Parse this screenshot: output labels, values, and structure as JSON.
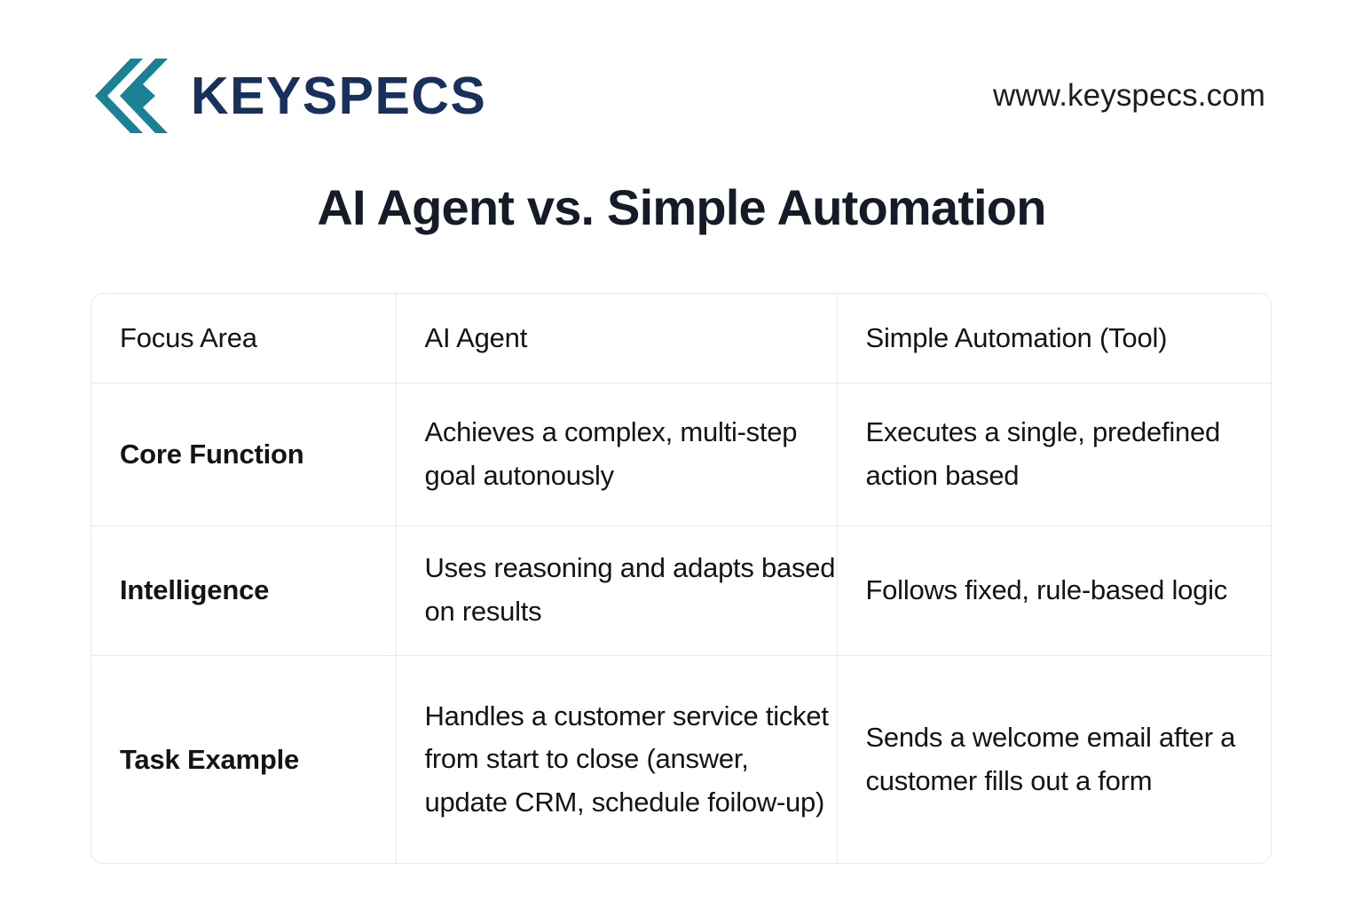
{
  "brand": {
    "logo_icon": "double-chevron-left-icon",
    "wordmark": "KEYSPECS",
    "logo_teal": "#1b8296",
    "wordmark_navy": "#18315c"
  },
  "header": {
    "site_url": "www.keyspecs.com"
  },
  "title": "AI Agent vs. Simple Automation",
  "table": {
    "columns": [
      "Focus Area",
      "AI Agent",
      "Simple Automation (Tool)"
    ],
    "rows": [
      {
        "label": "Core Function",
        "ai_agent": "Achieves a complex, multi-step goal autonously",
        "automation": "Executes a single, predefined action based"
      },
      {
        "label": "Intelligence",
        "ai_agent": "Uses reasoning and adapts based on results",
        "automation": "Follows fixed, rule-based logic"
      },
      {
        "label": "Task Example",
        "ai_agent": "Handles a customer service ticket from start to close (answer, update CRM, schedule foilow-up)",
        "automation": "Sends a welcome email after a customer fills out a form"
      }
    ],
    "border_color": "#e6e9f0"
  }
}
